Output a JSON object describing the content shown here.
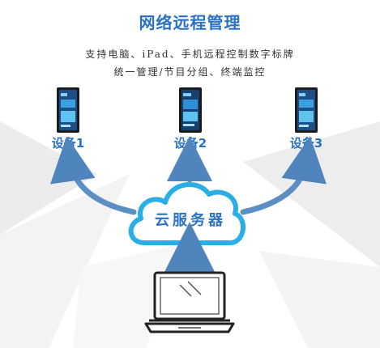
{
  "title": "网络远程管理",
  "subtitle_line1": "支持电脑、iPad、手机远程控制数字标牌",
  "subtitle_line2": "统一管理/节目分组、终端监控",
  "devices": [
    {
      "label": "设备1"
    },
    {
      "label": "设备2"
    },
    {
      "label": "设备3"
    }
  ],
  "cloud_label": "云服务器",
  "colors": {
    "accent": "#2a73c0",
    "cloud_stroke": "#29aee6",
    "arrow": "#5b8fc4",
    "screen": "#1d4f86"
  }
}
